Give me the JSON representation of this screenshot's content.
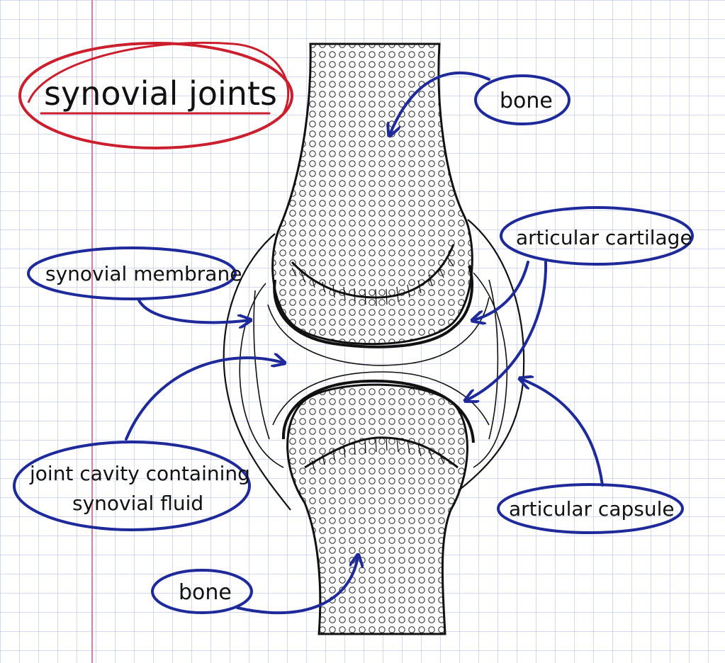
{
  "title": "synovial joints",
  "labels": {
    "bone_top": "bone",
    "articular_cartilage": "articular cartilage",
    "synovial_membrane": "synovial membrane",
    "joint_cavity_line1": "joint cavity containing",
    "joint_cavity_line2": "synovial fluid",
    "articular_capsule": "articular capsule",
    "bone_bottom": "bone"
  },
  "colors": {
    "title_bubble": "#cc1f2e",
    "label_bubble": "#1e2a9a",
    "grid": "#aab6e8",
    "margin_line": "#e07aa0",
    "ink": "#111111"
  }
}
